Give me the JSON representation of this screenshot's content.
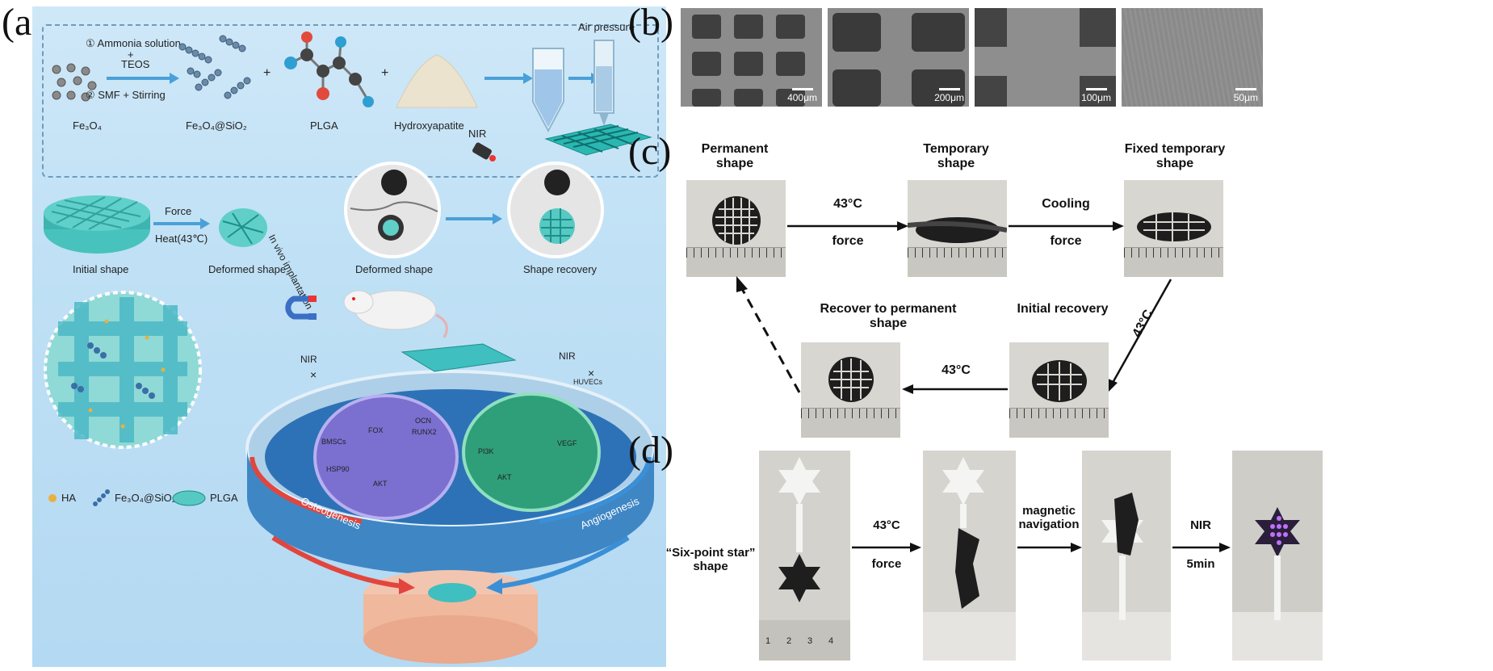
{
  "panel_letters": {
    "a": "(a)",
    "b": "(b)",
    "c": "(c)",
    "d": "(d)"
  },
  "panel_a": {
    "step1": "① Ammonia solution",
    "plus1": "+",
    "teos": "TEOS",
    "step2": "② SMF + Stirring",
    "fe3o4": "Fe₃O₄",
    "fe3o4_sio2": "Fe₃O₄@SiO₂",
    "plga": "PLGA",
    "hydroxyapatite": "Hydroxyapatite",
    "plus": "+",
    "air_pressure": "Air pressure",
    "force": "Force",
    "heat": "Heat(43℃)",
    "initial_shape": "Initial shape",
    "deformed_shape_1": "Deformed shape",
    "in_vivo": "In vivo implantation",
    "deformed_shape_2": "Deformed shape",
    "shape_recovery": "Shape recovery",
    "nir_top": "NIR",
    "nir_left": "NIR",
    "nir_right": "NIR",
    "cross_left": "×",
    "cross_right": "×",
    "legend_ha": "HA",
    "legend_fe": "Fe₃O₄@SiO₂",
    "legend_plga": "PLGA",
    "osteogenesis": "Osteogenesis",
    "angiogenesis": "Angiogenesis",
    "bmscs": "BMSCs",
    "huvecs": "HUVECs",
    "ocn": "OCN",
    "runx2": "RUNX2",
    "fox": "FOX",
    "hsp90": "HSP90",
    "akt": "AKT",
    "vegf": "VEGF",
    "pi3k": "PI3K"
  },
  "panel_b": {
    "scales": [
      "400μm",
      "200μm",
      "100μm",
      "50μm"
    ]
  },
  "panel_c": {
    "permanent_shape": "Permanent shape",
    "temporary_shape": "Temporary shape",
    "fixed_temporary_shape": "Fixed temporary shape",
    "temp1": "43°C",
    "force1": "force",
    "cooling": "Cooling",
    "force2": "force",
    "temp_diag": "43°C",
    "initial_recovery": "Initial recovery",
    "recover_to_permanent": "Recover to permanent shape",
    "temp_bottom": "43°C"
  },
  "panel_d": {
    "star_label": "“Six-point star” shape",
    "temp": "43°C",
    "force": "force",
    "magnetic": "magnetic navigation",
    "nir": "NIR",
    "time": "5min",
    "ruler_nums": [
      "1",
      "2",
      "3",
      "4"
    ]
  },
  "colors": {
    "panel_bg": "#c3e1f5",
    "teal": "#3fbfbf",
    "osteo_red": "#e2453d",
    "angio_blue": "#3a8fd6"
  }
}
